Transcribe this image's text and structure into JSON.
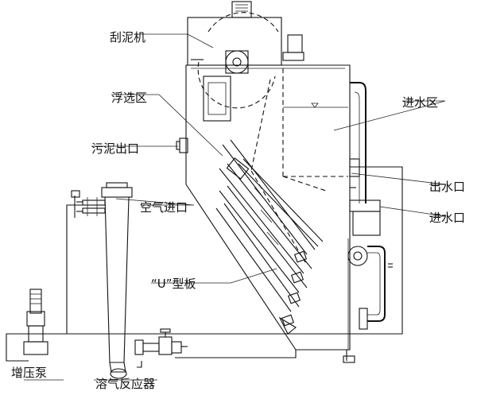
{
  "labels": {
    "scraper": "刮泥机",
    "flotation_zone": "浮选区",
    "sludge_outlet": "污泥出口",
    "air_inlet": "空气进口",
    "u_plate": "“U”型板",
    "booster_pump": "增压泵",
    "dissolved_air_reactor": "溶气反应器",
    "inlet_zone": "进水区",
    "water_outlet": "出水口",
    "water_inlet": "进水口"
  }
}
